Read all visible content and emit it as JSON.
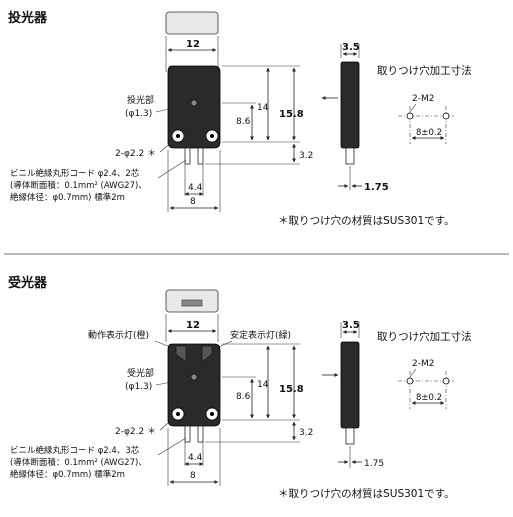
{
  "sections": [
    {
      "title": "投光器",
      "dims": {
        "width_top": "12",
        "depth_top": "3.5",
        "h14": "14",
        "h158": "15.8",
        "h86": "8.6",
        "pins": "3.2",
        "w44": "4.4",
        "w8": "8",
        "side175": "1.75"
      },
      "labels": {
        "lens_name": "投光部",
        "lens_dia": "(φ1.3)",
        "hole": "2-φ2.2 ＊",
        "cable_1": "ビニル絶縁丸形コード φ2.4、2芯",
        "cable_2": "(導体断面積：0.1mm² (AWG27)、",
        "cable_3": "絶縁体径：φ0.7mm) 標準2m"
      },
      "mount": {
        "title": "取りつけ穴加工寸法",
        "thread": "2-M2",
        "pitch": "8±0.2"
      },
      "note": "＊取りつけ穴の材質はSUS301です。"
    },
    {
      "title": "受光器",
      "dims": {
        "width_top": "12",
        "depth_top": "3.5",
        "h14": "14",
        "h158": "15.8",
        "h86": "8.6",
        "pins": "3.2",
        "w44": "4.4",
        "w8": "8",
        "side175": "1.75"
      },
      "labels": {
        "op_lamp": "動作表示灯(橙)",
        "stable_lamp": "安定表示灯(緑)",
        "lens_name": "受光部",
        "lens_dia": "(φ1.3)",
        "hole": "2-φ2.2 ＊",
        "cable_1": "ビニル絶縁丸形コード φ2.4、3芯",
        "cable_2": "(導体断面積：0.1mm² (AWG27)、",
        "cable_3": "絶縁体径：φ0.7mm) 標準2m"
      },
      "mount": {
        "title": "取りつけ穴加工寸法",
        "thread": "2-M2",
        "pitch": "8±0.2"
      },
      "note": "＊取りつけ穴の材質はSUS301です。"
    }
  ]
}
